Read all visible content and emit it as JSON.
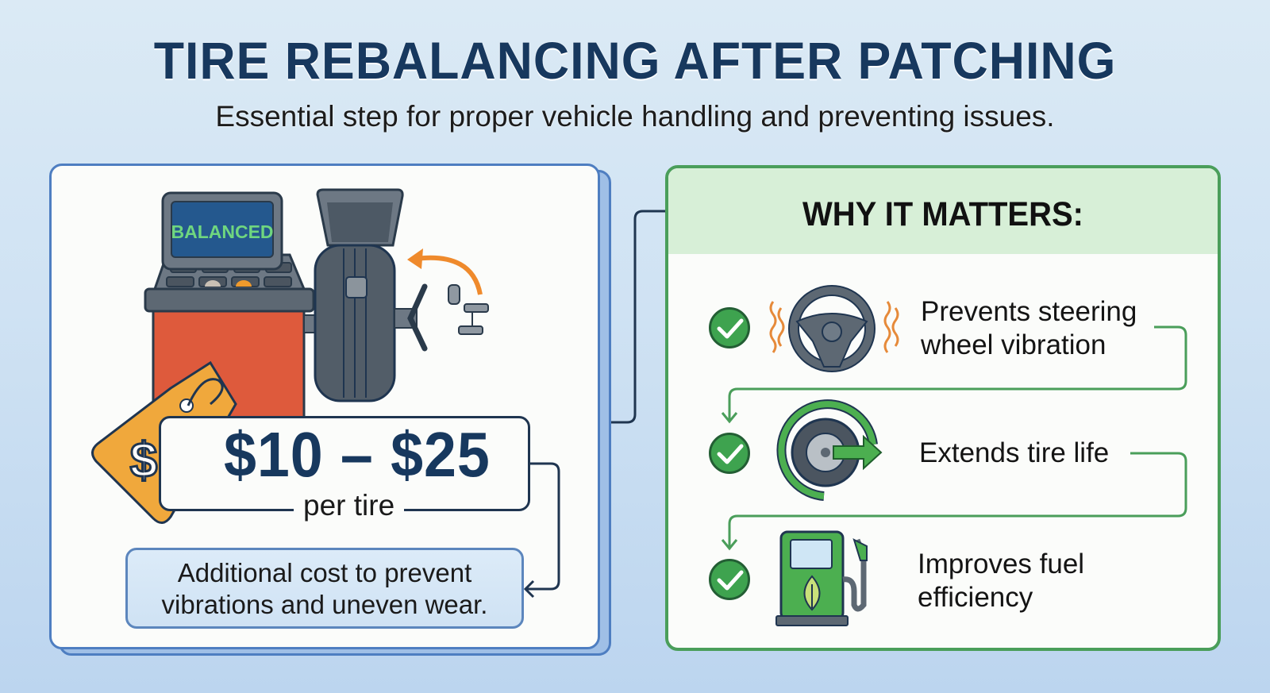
{
  "header": {
    "title": "TIRE REBALANCING AFTER PATCHING",
    "subtitle": "Essential step for proper vehicle handling and preventing issues."
  },
  "cost_panel": {
    "machine_display": "BALANCED",
    "price_range": "$10 – $25",
    "price_unit": "per tire",
    "tag_symbol": "$",
    "note": "Additional cost to prevent vibrations and uneven wear.",
    "icons": [
      "tire-balancing-machine-icon",
      "patched-tire-icon",
      "wheel-weights-icon",
      "price-tag-icon",
      "curved-arrow-icon"
    ]
  },
  "benefits_panel": {
    "title": "WHY IT MATTERS:",
    "items": [
      {
        "label": "Prevents steering wheel vibration",
        "line1": "Prevents steering",
        "line2": "wheel vibration",
        "icon": "vibrating-steering-wheel-icon"
      },
      {
        "label": "Extends tire life",
        "line1": "Extends tire life",
        "icon": "tire-with-arrow-icon"
      },
      {
        "label": "Improves fuel efficiency",
        "line1": "Improves fuel",
        "line2": "efficiency",
        "icon": "eco-fuel-pump-icon"
      }
    ]
  },
  "colors": {
    "title_navy": "#17385e",
    "cost_panel_border": "#4e7ec1",
    "benefits_panel_border": "#4a9e5a",
    "benefits_header_bg": "#d7efd7",
    "check_green": "#3ea34f",
    "machine_red": "#de5a3c",
    "tag_orange": "#f0a83c",
    "arrow_orange": "#ef8a2c",
    "display_green_text": "#6fd67f"
  }
}
